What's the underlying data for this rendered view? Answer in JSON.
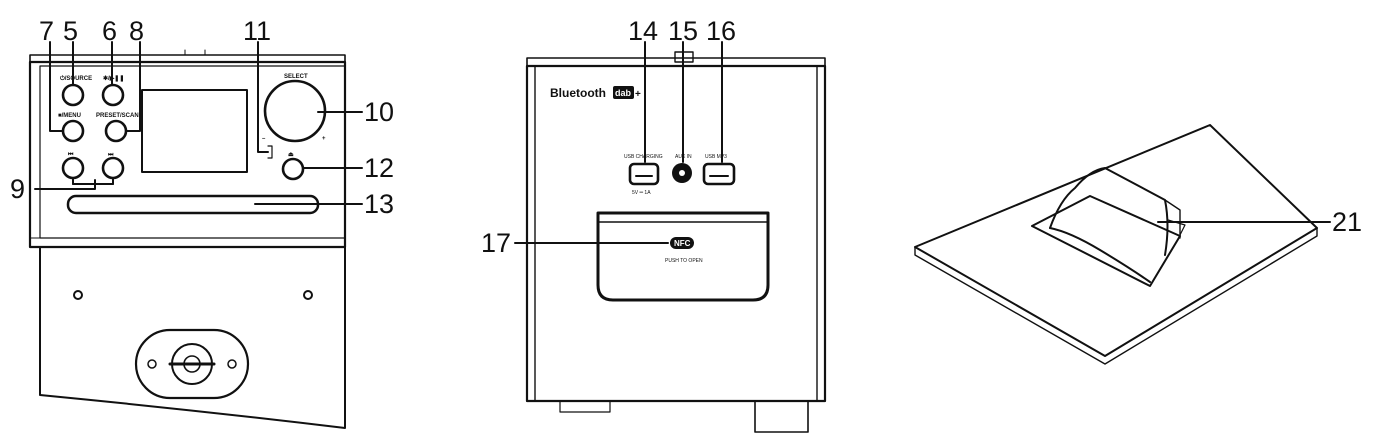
{
  "callouts": {
    "c5": "5",
    "c6": "6",
    "c7": "7",
    "c8": "8",
    "c9": "9",
    "c10": "10",
    "c11": "11",
    "c12": "12",
    "c13": "13",
    "c14": "14",
    "c15": "15",
    "c16": "16",
    "c17": "17",
    "c21": "21"
  },
  "front_labels": {
    "source": "⏻/SOURCE",
    "bt_play": "✱/▶❚❚",
    "stop_menu": "■/MENU",
    "preset_scan": "PRESET/SCAN",
    "select": "SELECT",
    "minus": "–",
    "plus": "+",
    "prev": "⏮",
    "next": "⏭",
    "eject": "⏏"
  },
  "back_labels": {
    "bluetooth": "Bluetooth",
    "dab": "dab",
    "dab_plus": "+",
    "usb_charging": "USB CHARGING",
    "usb_rating": "5V ═ 1A",
    "aux_in": "AUX IN",
    "usb_mp3": "USB MP3",
    "nfc": "NFC",
    "push_to_open": "PUSH TO OPEN"
  }
}
